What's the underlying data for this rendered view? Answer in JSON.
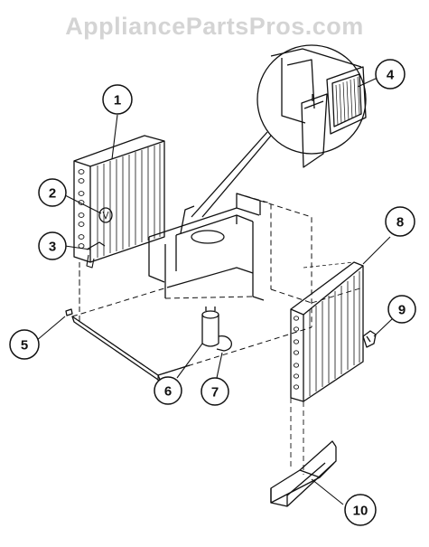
{
  "watermark": "AppliancePartsPros.com",
  "callouts": [
    {
      "id": "1",
      "label": "1"
    },
    {
      "id": "2",
      "label": "2"
    },
    {
      "id": "3",
      "label": "3"
    },
    {
      "id": "4",
      "label": "4"
    },
    {
      "id": "5",
      "label": "5"
    },
    {
      "id": "6",
      "label": "6"
    },
    {
      "id": "7",
      "label": "7"
    },
    {
      "id": "8",
      "label": "8"
    },
    {
      "id": "9",
      "label": "9"
    },
    {
      "id": "10",
      "label": "10"
    }
  ],
  "colors": {
    "ink": "#111111",
    "watermark": "#d4d4d4",
    "background": "#ffffff"
  }
}
